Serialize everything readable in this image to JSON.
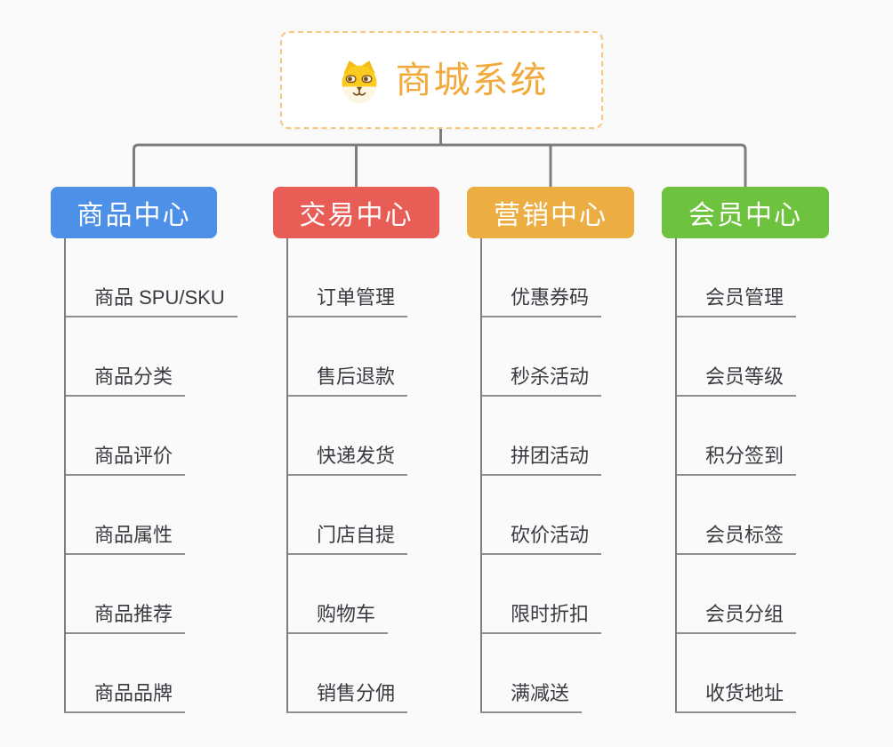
{
  "canvas": {
    "background": "#FAFAFA",
    "connector_color": "#7D7D7D",
    "underline_color": "#8E8E8E",
    "leaf_text_color": "#3A3A41"
  },
  "root": {
    "title": "商城系统",
    "icon": "shiba-dog-face-icon",
    "text_color": "#F2A93B",
    "border_color": "#F7C77E",
    "background": "#FFFFFF"
  },
  "branches": [
    {
      "label": "商品中心",
      "color": "#4C90E8",
      "children": [
        "商品 SPU/SKU",
        "商品分类",
        "商品评价",
        "商品属性",
        "商品推荐",
        "商品品牌"
      ]
    },
    {
      "label": "交易中心",
      "color": "#E85D56",
      "children": [
        "订单管理",
        "售后退款",
        "快递发货",
        "门店自提",
        "购物车",
        "销售分佣"
      ]
    },
    {
      "label": "营销中心",
      "color": "#ECAE42",
      "children": [
        "优惠券码",
        "秒杀活动",
        "拼团活动",
        "砍价活动",
        "限时折扣",
        "满减送"
      ]
    },
    {
      "label": "会员中心",
      "color": "#6DC23E",
      "children": [
        "会员管理",
        "会员等级",
        "积分签到",
        "会员标签",
        "会员分组",
        "收货地址"
      ]
    }
  ]
}
